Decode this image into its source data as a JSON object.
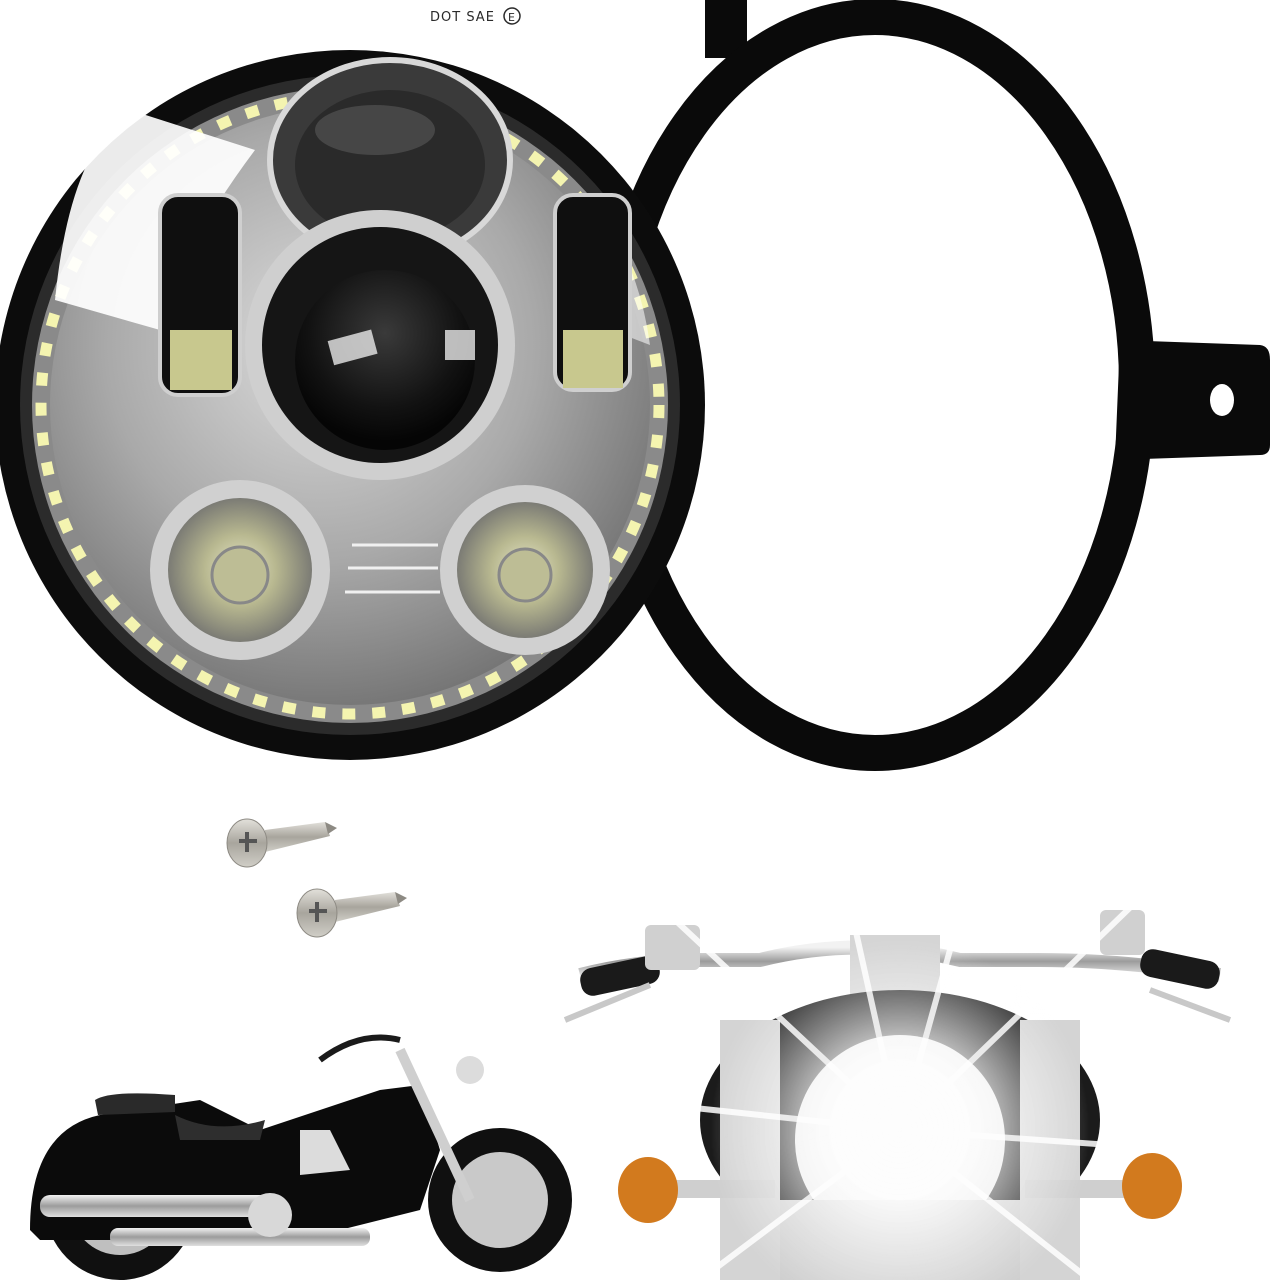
{
  "scene": {
    "description": "Product photo: 5.75-inch round LED motorcycle headlight with halo ring, black mounting bracket, two mounting screws, and two motorcycle photos showing fitment",
    "background": "#ffffff"
  },
  "headlight": {
    "marking_text": "DOT SAE",
    "marking_badge": "E",
    "housing_color": "#0c0c0c",
    "chrome_color": "#b9b9b9",
    "lens_dark_color": "#1a1a1a",
    "halo_led_color": "#f4f4b0",
    "led_chip_color": "#d8d890",
    "halo_led_count": 64
  },
  "bracket": {
    "color": "#0a0a0a",
    "mount_hole": true
  },
  "screws": {
    "count": 2,
    "color": "#b5b2ab"
  },
  "motorcycle_side": {
    "body_color": "#0b0b0b",
    "chrome_color": "#d4d4d4"
  },
  "motorcycle_front": {
    "turn_signal_color": "#d27a1e",
    "tank_color": "#1b1b1b",
    "chrome_color": "#cfcfcf",
    "light_burst": true
  }
}
